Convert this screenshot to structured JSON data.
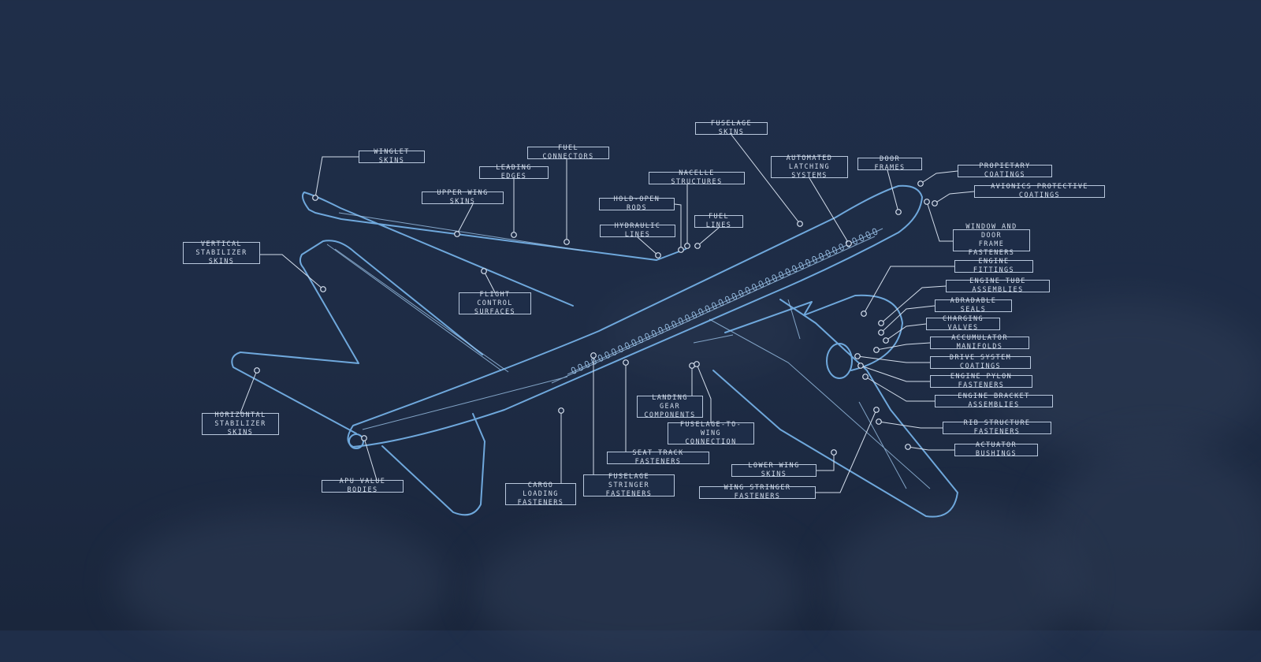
{
  "colors": {
    "background": "#1f2e49",
    "outline": "#6fa8dc",
    "detail": "#9cc3e8",
    "leader": "#d3ddeb",
    "label_text": "#d3ddeb"
  },
  "labels": [
    {
      "id": "winglet-skins",
      "text": "WINGLET SKINS"
    },
    {
      "id": "fuel-connectors",
      "text": "FUEL CONNECTORS"
    },
    {
      "id": "fuselage-skins",
      "text": "FUSELAGE SKINS"
    },
    {
      "id": "leading-edges",
      "text": "LEADING EDGES"
    },
    {
      "id": "upper-wing-skins",
      "text": "UPPER WING SKINS"
    },
    {
      "id": "nacelle-structures",
      "text": "NACELLE STRUCTURES"
    },
    {
      "id": "automated-latching-systems",
      "text": "AUTOMATED\nLATCHING SYSTEMS"
    },
    {
      "id": "door-frames",
      "text": "DOOR FRAMES"
    },
    {
      "id": "propietary-coatings",
      "text": "PROPIETARY COATINGS"
    },
    {
      "id": "avionics-protective-coatings",
      "text": "AVIONICS PROTECTIVE COATINGS"
    },
    {
      "id": "hold-open-rods",
      "text": "HOLD-OPEN RODS"
    },
    {
      "id": "fuel-lines",
      "text": "FUEL LINES"
    },
    {
      "id": "hydraulic-lines",
      "text": "HYDRAULIC LINES"
    },
    {
      "id": "vertical-stabilizer-skins",
      "text": "VERTICAL\nSTABILIZER SKINS"
    },
    {
      "id": "window-and-door-frame-fasteners",
      "text": "WINDOW AND DOOR\nFRAME FASTENERS"
    },
    {
      "id": "engine-fittings",
      "text": "ENGINE FITTINGS"
    },
    {
      "id": "flight-control-surfaces",
      "text": "FLIGHT CONTROL\nSURFACES"
    },
    {
      "id": "engine-tube-assemblies",
      "text": "ENGINE TUBE ASSEMBLIES"
    },
    {
      "id": "abradable-seals",
      "text": "ABRADABLE SEALS"
    },
    {
      "id": "charging-valves",
      "text": "CHARGING VALVES"
    },
    {
      "id": "accumulator-manifolds",
      "text": "ACCUMULATOR MANIFOLDS"
    },
    {
      "id": "drive-system-coatings",
      "text": "DRIVE SYSTEM COATINGS"
    },
    {
      "id": "engine-pylon-fasteners",
      "text": "ENGINE PYLON FASTENERS"
    },
    {
      "id": "landing-gear-components",
      "text": "LANDING GEAR\nCOMPONENTS"
    },
    {
      "id": "engine-bracket-assemblies",
      "text": "ENGINE BRACKET ASSEMBLIES"
    },
    {
      "id": "horizontal-stabilizer-skins",
      "text": "HORIZONTAL\nSTABILIZER SKINS"
    },
    {
      "id": "fuselage-to-wing-connection",
      "text": "FUSELAGE-TO-WING\nCONNECTION"
    },
    {
      "id": "rib-structure-fasteners",
      "text": "RIB STRUCTURE FASTENERS"
    },
    {
      "id": "actuator-bushings",
      "text": "ACTUATOR BUSHINGS"
    },
    {
      "id": "seat-track-fasteners",
      "text": "SEAT TRACK FASTENERS"
    },
    {
      "id": "lower-wing-skins",
      "text": "LOWER WING SKINS"
    },
    {
      "id": "apu-value-bodies",
      "text": "APU VALUE BODIES"
    },
    {
      "id": "fuselage-stringer-fasteners",
      "text": "FUSELAGE STRINGER\nFASTENERS"
    },
    {
      "id": "cargo-loading-fasteners",
      "text": "CARGO LOADING\nFASTENERS"
    },
    {
      "id": "wing-stringer-fasteners",
      "text": "WING STRINGER FASTENERS"
    }
  ]
}
